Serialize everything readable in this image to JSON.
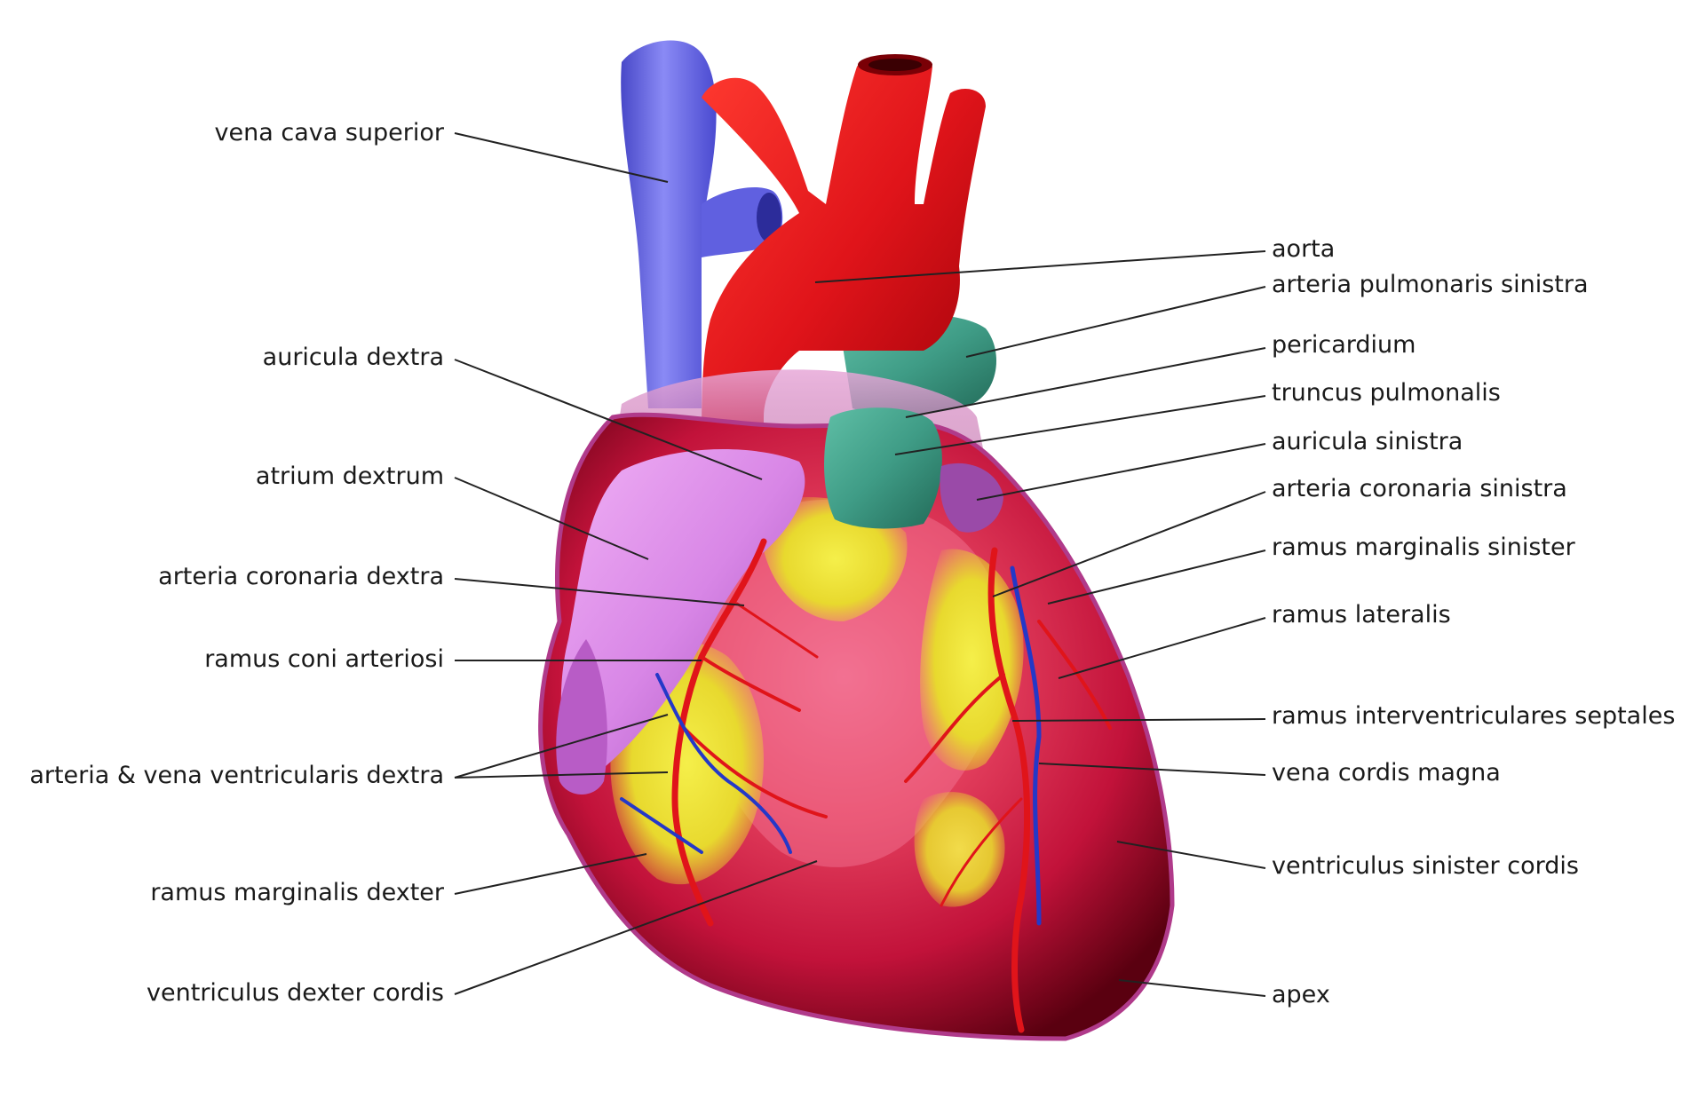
{
  "labels_left": [
    {
      "id": "vena-cava-superior",
      "text": "vena cava superior"
    },
    {
      "id": "auricula-dextra",
      "text": "auricula dextra"
    },
    {
      "id": "atrium-dextrum",
      "text": "atrium dextrum"
    },
    {
      "id": "arteria-coronaria-dextra",
      "text": "arteria coronaria dextra"
    },
    {
      "id": "ramus-coni-arteriosi",
      "text": "ramus coni arteriosi"
    },
    {
      "id": "arteria-vena-ventricularis-dextra",
      "text": "arteria & vena ventricularis dextra"
    },
    {
      "id": "ramus-marginalis-dexter",
      "text": "ramus marginalis dexter"
    },
    {
      "id": "ventriculus-dexter-cordis",
      "text": "ventriculus dexter cordis"
    }
  ],
  "labels_right": [
    {
      "id": "aorta",
      "text": "aorta"
    },
    {
      "id": "arteria-pulmonaris-sinistra",
      "text": "arteria pulmonaris sinistra"
    },
    {
      "id": "pericardium",
      "text": "pericardium"
    },
    {
      "id": "truncus-pulmonalis",
      "text": "truncus pulmonalis"
    },
    {
      "id": "auricula-sinistra",
      "text": "auricula sinistra"
    },
    {
      "id": "arteria-coronaria-sinistra",
      "text": "arteria coronaria sinistra"
    },
    {
      "id": "ramus-marginalis-sinister",
      "text": "ramus marginalis sinister"
    },
    {
      "id": "ramus-lateralis",
      "text": "ramus lateralis"
    },
    {
      "id": "ramus-interventriculares-septales",
      "text": "ramus interventriculares septales"
    },
    {
      "id": "vena-cordis-magna",
      "text": "vena cordis magna"
    },
    {
      "id": "ventriculus-sinister-cordis",
      "text": "ventriculus sinister cordis"
    },
    {
      "id": "apex",
      "text": "apex"
    }
  ],
  "colors": {
    "vein_blue": "#6f6fe8",
    "artery_red": "#e0141a",
    "pulmonary_teal": "#3f9c86",
    "auricle_pink": "#d886e6",
    "myocardium_yellow": "#e9e23a",
    "myocardium_red": "#c4103c",
    "pericardium_edge": "#b03a8a",
    "leader_line": "#222222"
  }
}
